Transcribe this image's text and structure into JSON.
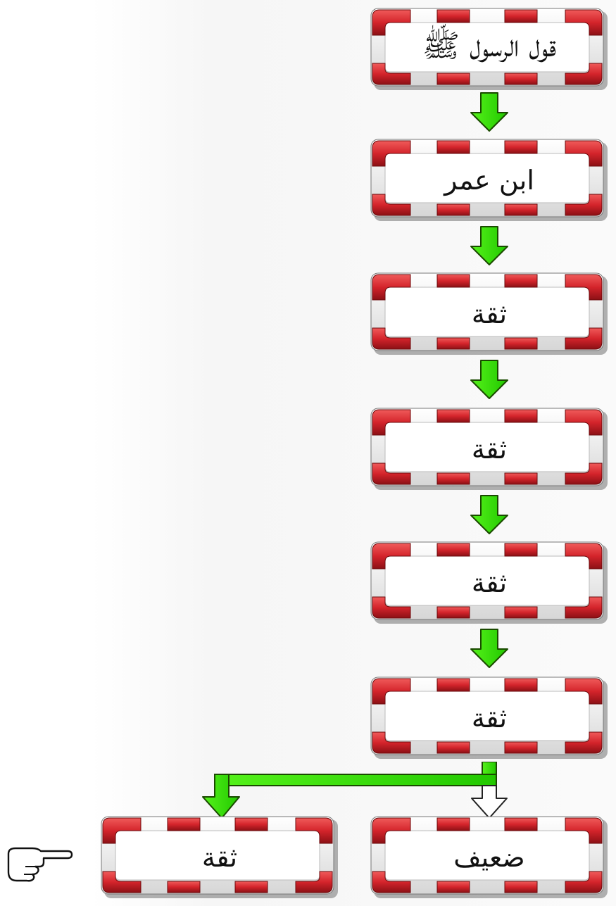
{
  "nodes": [
    {
      "label": "قول الرسول ﷺ"
    },
    {
      "label": "ابن عمر"
    },
    {
      "label": "ثقة"
    },
    {
      "label": "ثقة"
    },
    {
      "label": "ثقة"
    },
    {
      "label": "ثقة"
    },
    {
      "label": "ضعيف"
    },
    {
      "label": "ثقة"
    }
  ],
  "colors": {
    "frame_red": "#d4242b",
    "frame_white": "#ffffff",
    "arrow_green": "#33e600",
    "arrow_hollow": "#ffffff"
  },
  "icons": {
    "pointer": "pointing-hand-icon",
    "down": "down-arrow-icon"
  }
}
